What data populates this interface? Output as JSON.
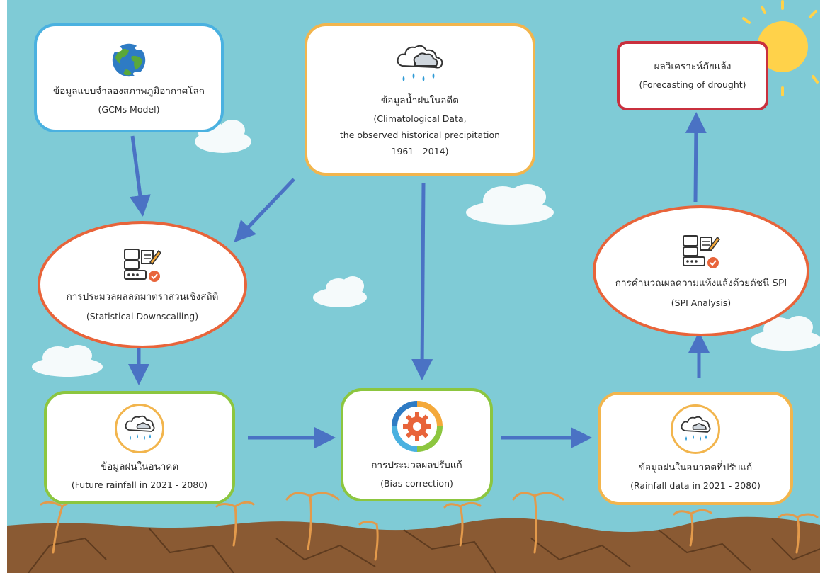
{
  "colors": {
    "sky": "#7fcbd6",
    "arrow": "#4a72c4",
    "border_blue": "#4ab1e0",
    "border_orange": "#f2b54d",
    "border_red_ellipse": "#e8643a",
    "border_green": "#8cc63f",
    "border_crimson": "#c9303e",
    "soil": "#8a5a33",
    "sun": "#ffd24a"
  },
  "nodes": {
    "gcm": {
      "th": "ข้อมูลแบบจำลองสภาพภูมิอากาศโลก",
      "en": "(GCMs Model)",
      "icon": "globe-icon"
    },
    "climatological": {
      "th": "ข้อมูลน้ำฝนในอดีต",
      "en1": "(Climatological Data,",
      "en2": "the observed historical precipitation",
      "en3": "1961 - 2014)",
      "icon": "rain-cloud-icon"
    },
    "forecasting": {
      "th": "ผลวิเคราะห์ภัยแล้ง",
      "en": "(Forecasting of drought)"
    },
    "downscaling": {
      "th": "การประมวลผลลดมาตราส่วนเชิงสถิติ",
      "en": "(Statistical Downscalling)",
      "icon": "data-processing-icon"
    },
    "spi": {
      "th": "การคำนวณผลความแห้งแล้งด้วยดัชนี SPI",
      "en": "(SPI Analysis)",
      "icon": "data-processing-icon"
    },
    "future": {
      "th": "ข้อมูลฝนในอนาคต",
      "en": "(Future rainfall in 2021 - 2080)",
      "icon": "rain-cloud-icon"
    },
    "bias": {
      "th": "การประมวลผลปรับแก้",
      "en": "(Bias correction)",
      "icon": "gear-cycle-icon"
    },
    "corrected": {
      "th": "ข้อมูลฝนในอนาคตที่ปรับแก้",
      "en": "(Rainfall data in 2021 - 2080)",
      "icon": "rain-cloud-icon"
    }
  }
}
